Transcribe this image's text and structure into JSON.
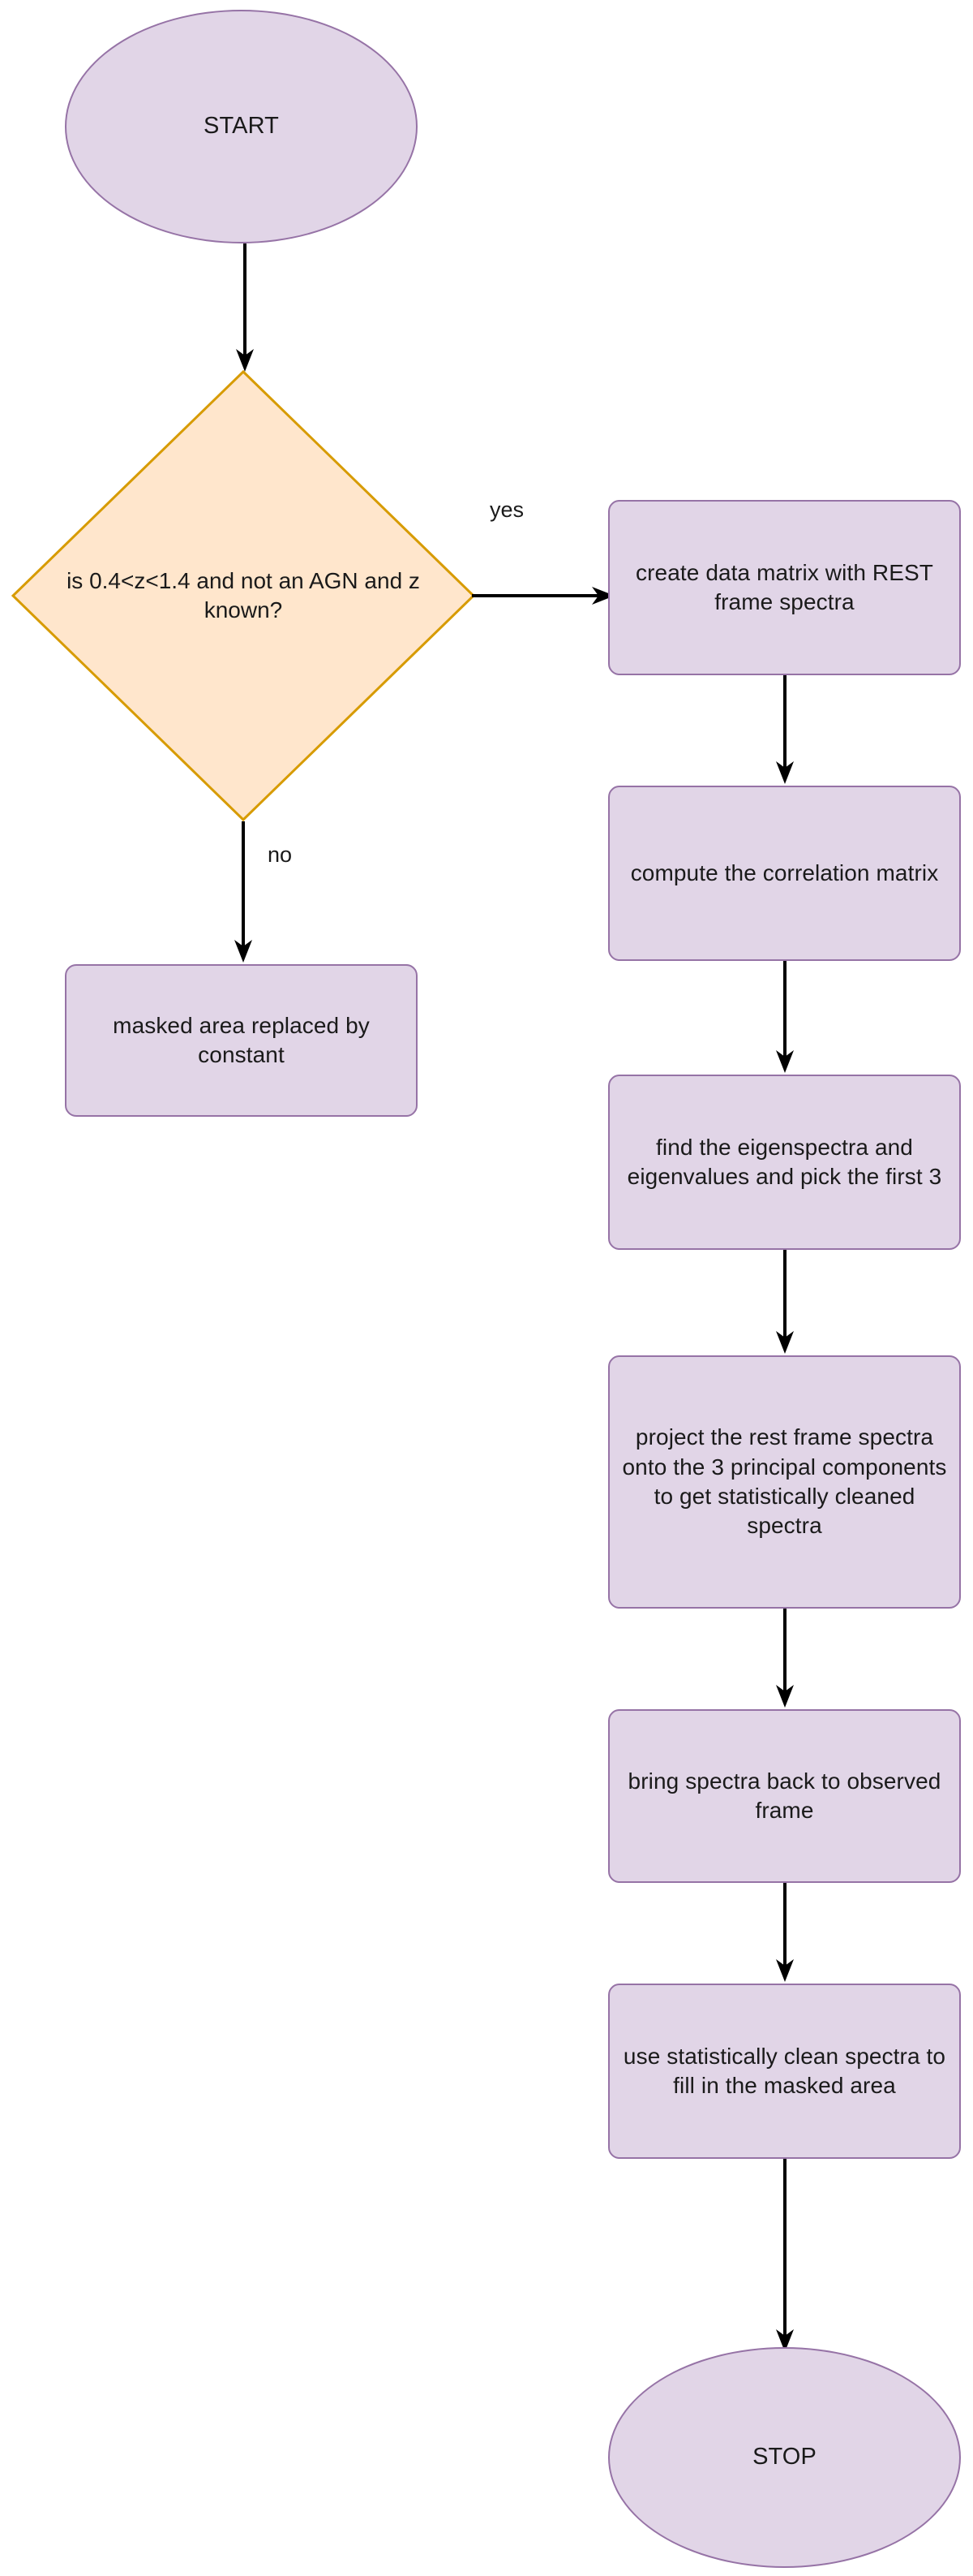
{
  "diagram": {
    "title": "Spectra masking / PCA cleaning flowchart",
    "colors": {
      "process_fill": "#e1d5e7",
      "process_stroke": "#9673a6",
      "decision_fill": "#ffe6cc",
      "decision_stroke": "#d79b00",
      "connector": "#000000",
      "text": "#1a1a1a",
      "background": "#ffffff"
    },
    "nodes": {
      "start": {
        "label": "START",
        "shape": "ellipse"
      },
      "decision": {
        "label": "is 0.4<z<1.4 and not an AGN and z known?",
        "shape": "diamond"
      },
      "masked_constant": {
        "label": "masked area replaced by constant",
        "shape": "rounded-rect"
      },
      "create_matrix": {
        "label": "create data matrix with REST frame spectra",
        "shape": "rounded-rect"
      },
      "correlation": {
        "label": "compute the correlation matrix",
        "shape": "rounded-rect"
      },
      "eigenspectra": {
        "label": "find the eigenspectra and eigenvalues and pick the first 3",
        "shape": "rounded-rect"
      },
      "project": {
        "label": "project the rest frame spectra onto the 3 principal components to get statistically cleaned spectra",
        "shape": "rounded-rect"
      },
      "observed_frame": {
        "label": "bring spectra back to observed frame",
        "shape": "rounded-rect"
      },
      "fill_masked": {
        "label": "use statistically clean spectra to fill in the masked area",
        "shape": "rounded-rect"
      },
      "stop": {
        "label": "STOP",
        "shape": "ellipse"
      }
    },
    "edge_labels": {
      "yes": "yes",
      "no": "no"
    }
  }
}
